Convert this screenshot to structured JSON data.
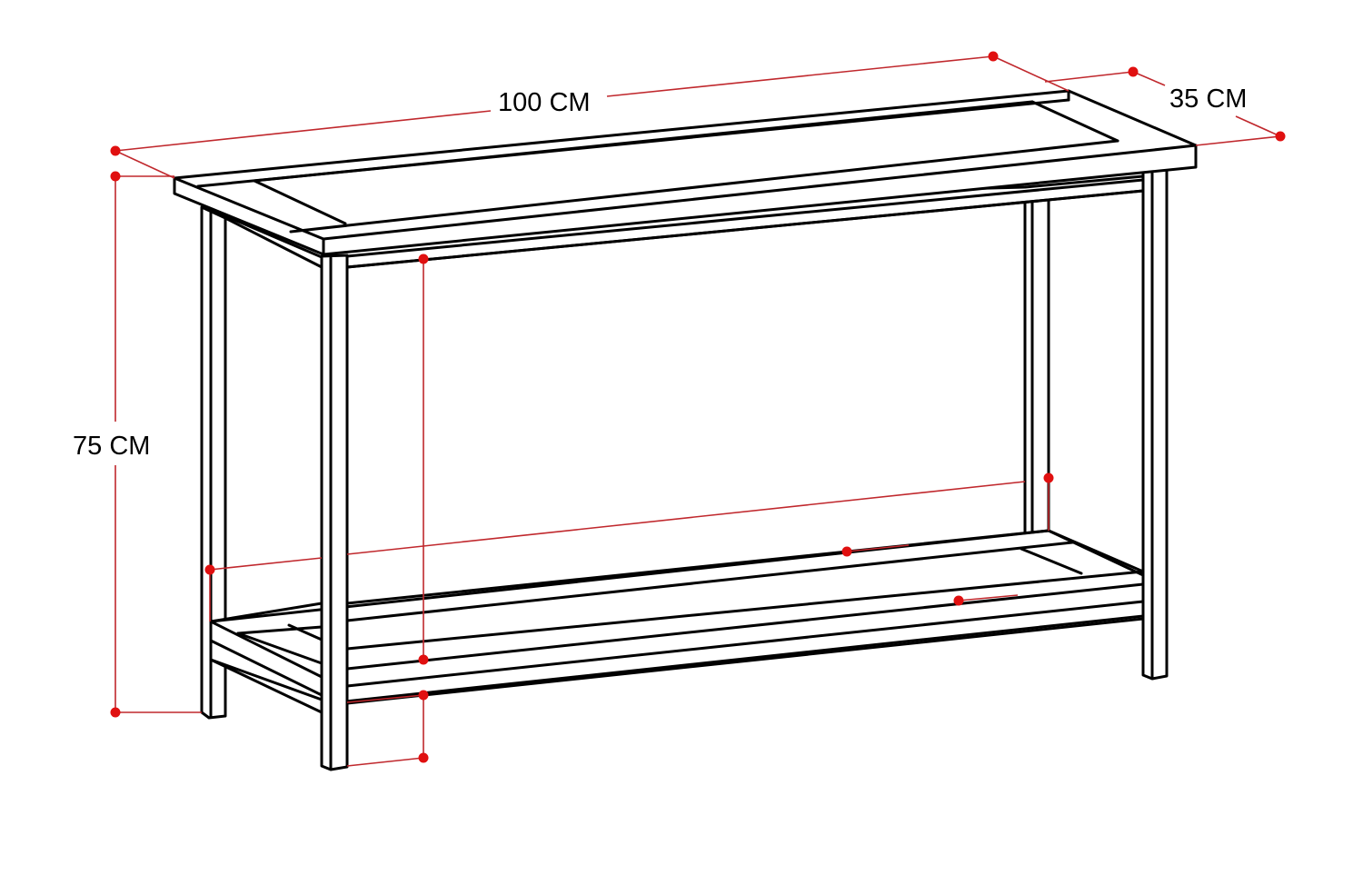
{
  "diagram": {
    "subject": "console table with lower shelf",
    "dimensions": {
      "width": "100 CM",
      "depth": "35 CM",
      "height": "75 CM"
    },
    "colors": {
      "outline": "#000000",
      "dimension_line": "#c0282d",
      "dimension_dot": "#e01010",
      "background": "#ffffff"
    }
  }
}
